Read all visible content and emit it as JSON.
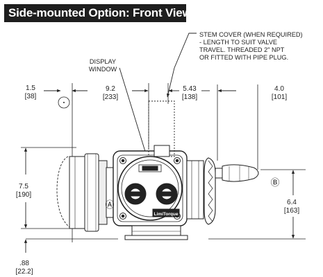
{
  "header": {
    "title": "Side-mounted Option: Front View"
  },
  "callouts": {
    "stem_cover": [
      "STEM COVER (WHEN REQUIRED)",
      "- LENGTH TO SUIT VALVE",
      "TRAVEL. THREADED 2\" NPT",
      "OR FITTED WITH PIPE PLUG."
    ],
    "display_window": [
      "DISPLAY",
      "WINDOW"
    ]
  },
  "dimensions": {
    "left_offset": {
      "in": "1.5",
      "mm": "[38]"
    },
    "display_offset": {
      "in": "9.2",
      "mm": "[233]"
    },
    "stem_offset": {
      "in": "5.43",
      "mm": "[138]"
    },
    "handwheel_width": {
      "in": "4.0",
      "mm": "[101]"
    },
    "body_height": {
      "in": "7.5",
      "mm": "[190]"
    },
    "handwheel_height": {
      "in": "6.4",
      "mm": "[163]"
    },
    "base_offset": {
      "in": ".88",
      "mm": "[22.2]"
    }
  },
  "markers": {
    "a": "Ⓐ",
    "b": "Ⓑ"
  },
  "logo_text": "LimiTorque"
}
